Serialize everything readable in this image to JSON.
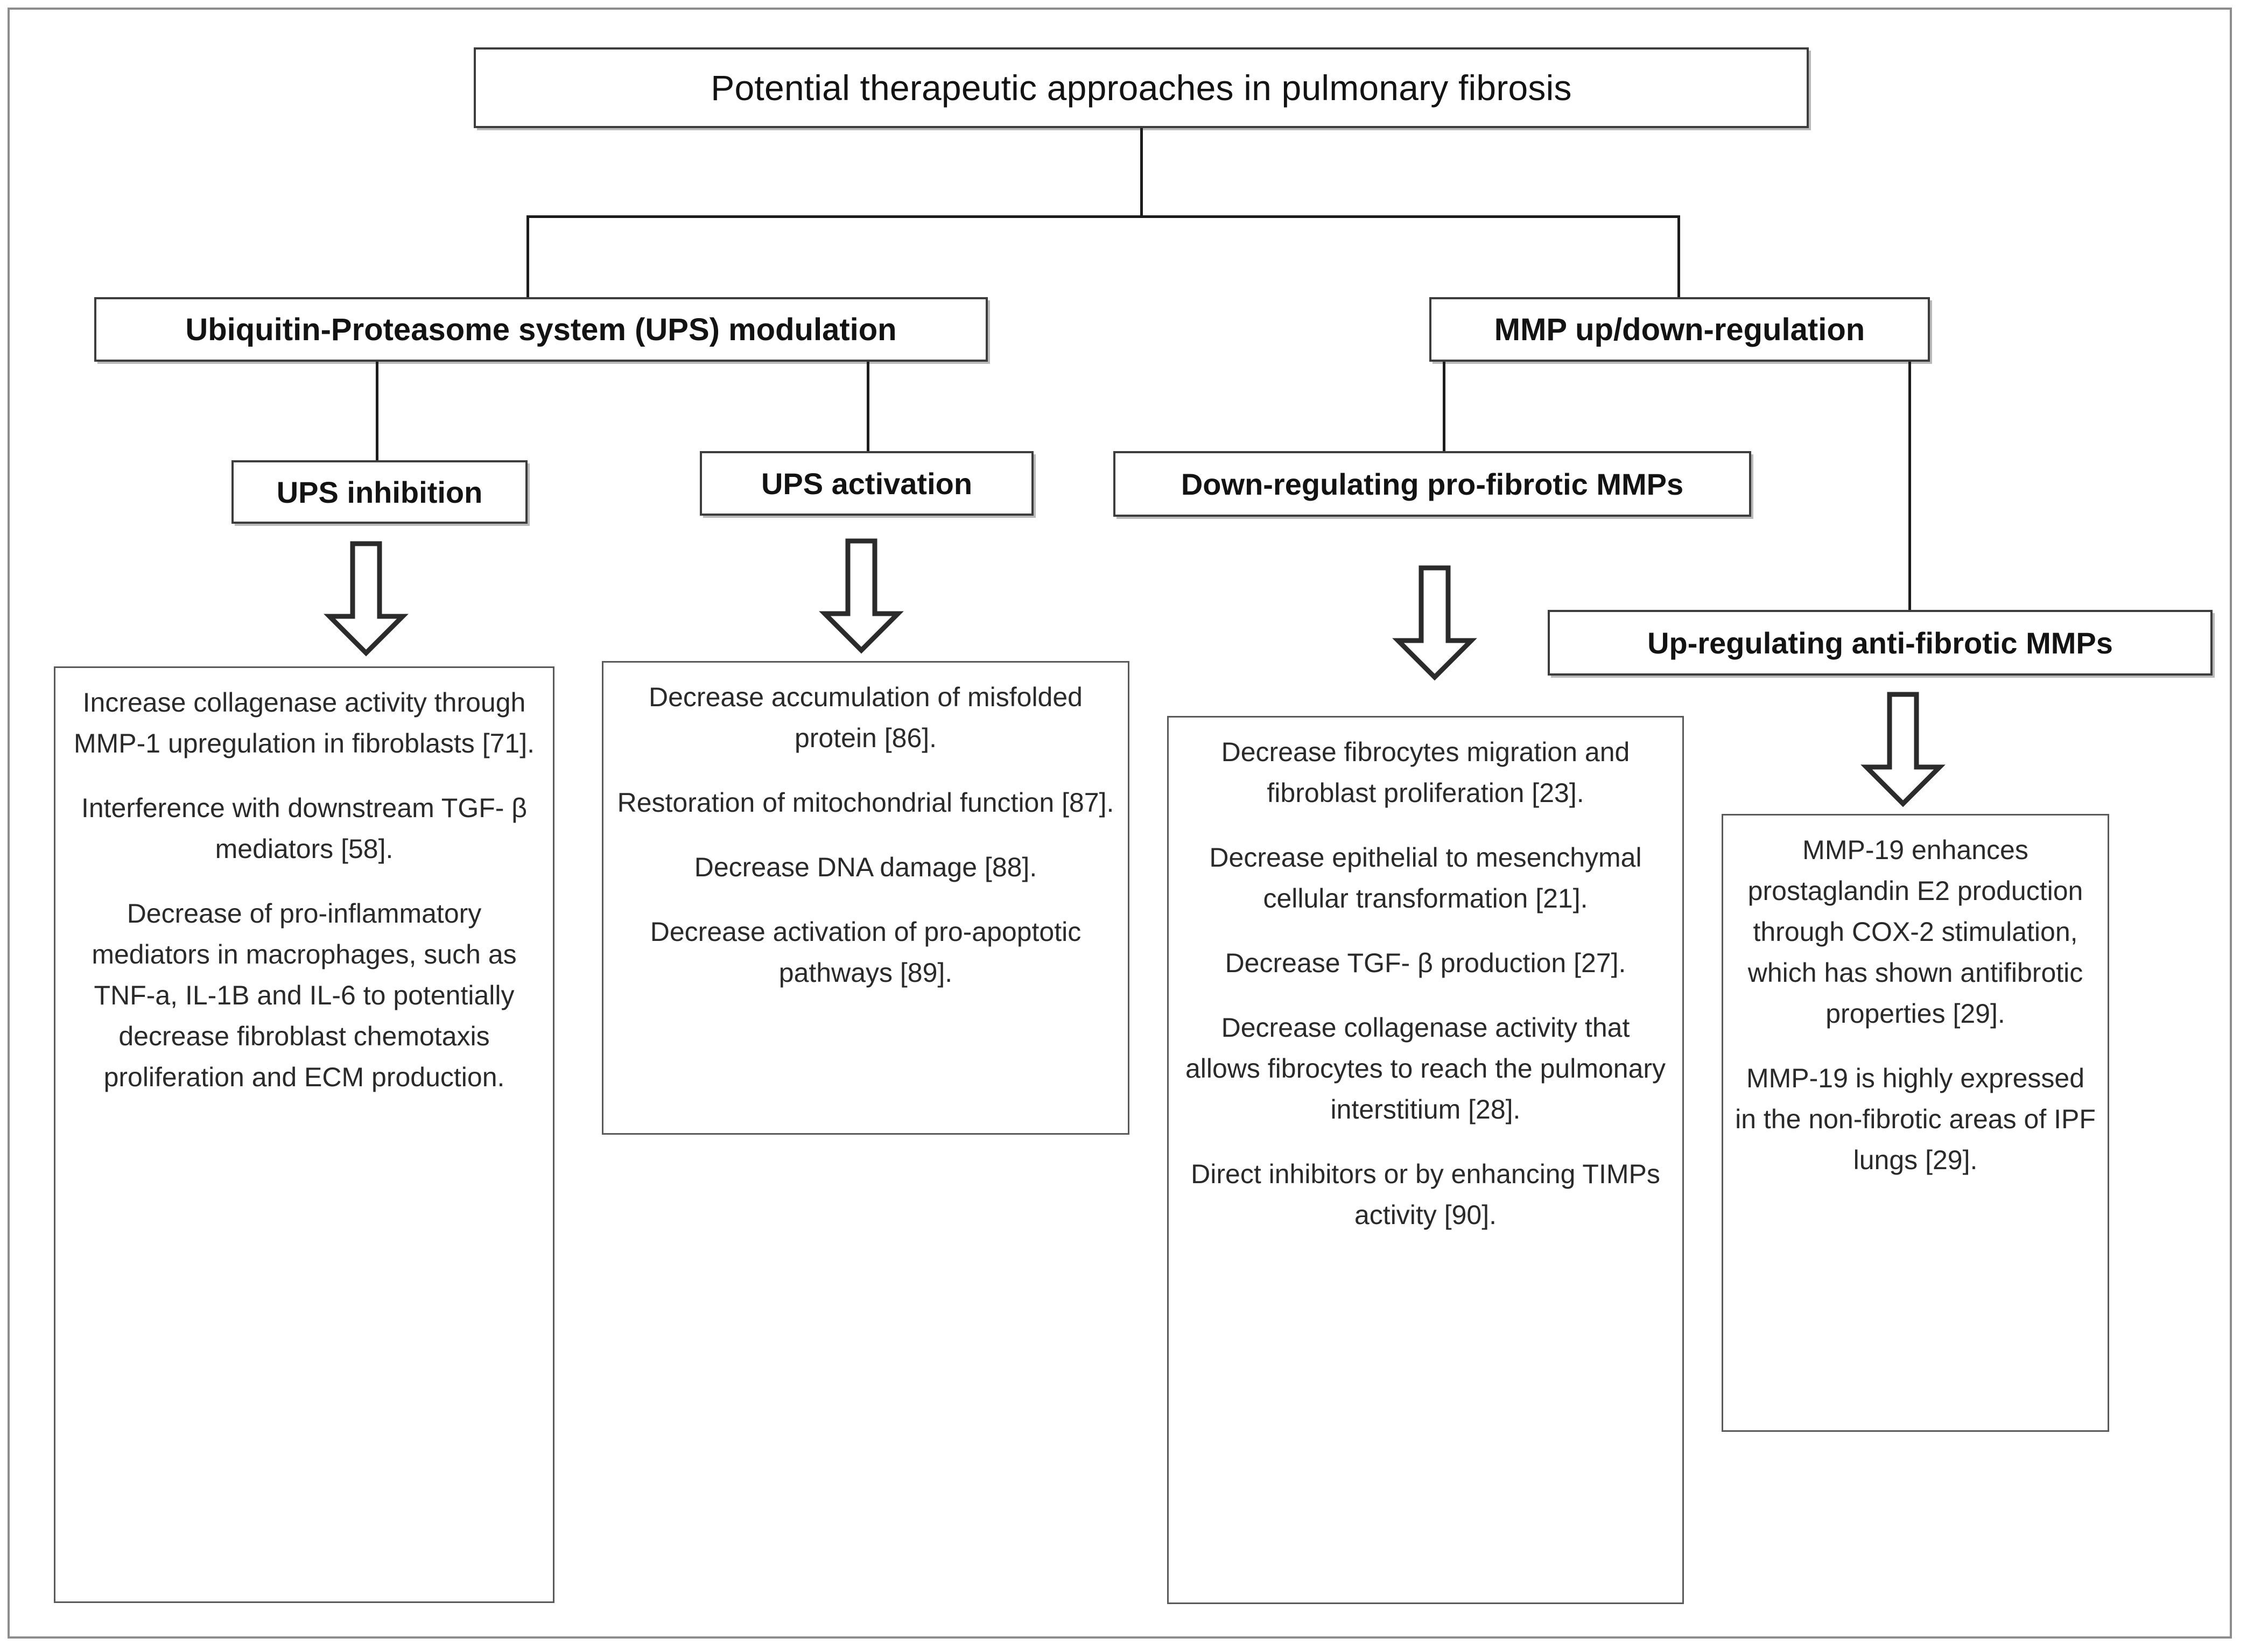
{
  "title": {
    "text": "Potential therapeutic approaches in pulmonary fibrosis"
  },
  "level2": [
    {
      "id": "ups-modulation",
      "label": "Ubiquitin-Proteasome system (UPS) modulation"
    },
    {
      "id": "mmp-regulation",
      "label": "MMP up/down-regulation"
    }
  ],
  "level3": [
    {
      "id": "ups-inhibition",
      "label": "UPS inhibition"
    },
    {
      "id": "ups-activation",
      "label": "UPS activation"
    },
    {
      "id": "down-regulating",
      "label": "Down-regulating pro-fibrotic MMPs"
    },
    {
      "id": "up-regulating",
      "label": "Up-regulating anti-fibrotic MMPs"
    }
  ],
  "content": {
    "ups_inhibition": {
      "p0": "Increase collagenase activity  through MMP-1 upregulation in  fibroblasts [71].",
      "p1": "Interference with downstream TGF- β mediators [58].",
      "p2": "Decrease of pro-inflammatory mediators in macrophages, such as TNF-a, IL-1B and IL-6 to potentially decrease fibroblast chemotaxis proliferation and ECM production."
    },
    "ups_activation": {
      "p0": "Decrease accumulation of misfolded protein [86].",
      "p1": "Restoration of mitochondrial function [87].",
      "p2": "Decrease DNA damage [88].",
      "p3": "Decrease activation of pro-apoptotic pathways [89]."
    },
    "down_regulating": {
      "p0": "Decrease fibrocytes migration and fibroblast proliferation [23].",
      "p1": "Decrease epithelial to mesenchymal cellular transformation [21].",
      "p2": "Decrease TGF- β production [27].",
      "p3": "Decrease collagenase activity that allows fibrocytes to reach the pulmonary interstitium [28].",
      "p4": "Direct inhibitors or by enhancing TIMPs activity [90]."
    },
    "up_regulating": {
      "p0": "MMP-19 enhances prostaglandin E2 production through COX-2 stimulation, which has shown antifibrotic properties [29].",
      "p1": "MMP-19 is highly expressed in the non-fibrotic areas of IPF lungs [29]."
    }
  },
  "colors": {
    "box_border": "#3d3d3d",
    "content_border": "#5a5a5a",
    "connector": "#1c1c1c",
    "page_border": "#8c8c8c",
    "text": "#131313",
    "background": "#ffffff"
  }
}
